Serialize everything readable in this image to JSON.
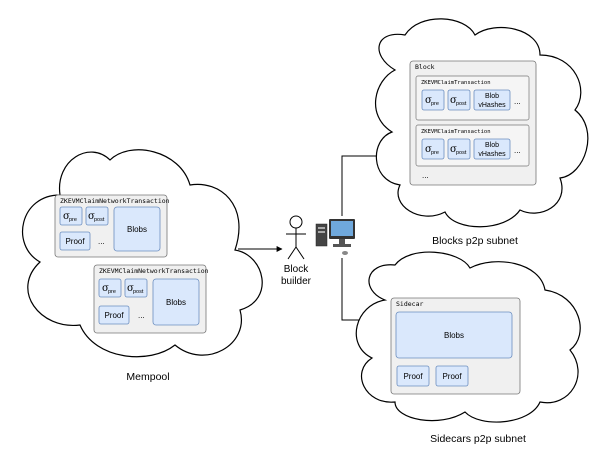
{
  "labels": {
    "mempool": "Mempool",
    "block_builder_line1": "Block",
    "block_builder_line2": "builder",
    "blocks_subnet": "Blocks p2p subnet",
    "sidecars_subnet": "Sidecars p2p subnet"
  },
  "mempool_tx": {
    "title": "ZKEVMClaimNetworkTransaction",
    "sigma": "σ",
    "pre": "pre",
    "post": "post",
    "blobs": "Blobs",
    "proof": "Proof",
    "ellipsis": "..."
  },
  "block": {
    "title": "Block",
    "tx_title": "ZKEVMClaimTransaction",
    "blob_line1": "Blob",
    "blob_line2": "vHashes",
    "ellipsis": "...",
    "more": "..."
  },
  "sidecar": {
    "title": "Sidecar",
    "blobs": "Blobs",
    "proof": "Proof"
  },
  "colors": {
    "accent_fill": "#dae8fc",
    "accent_stroke": "#6c8ebf",
    "container_fill": "#f0f0f0"
  }
}
